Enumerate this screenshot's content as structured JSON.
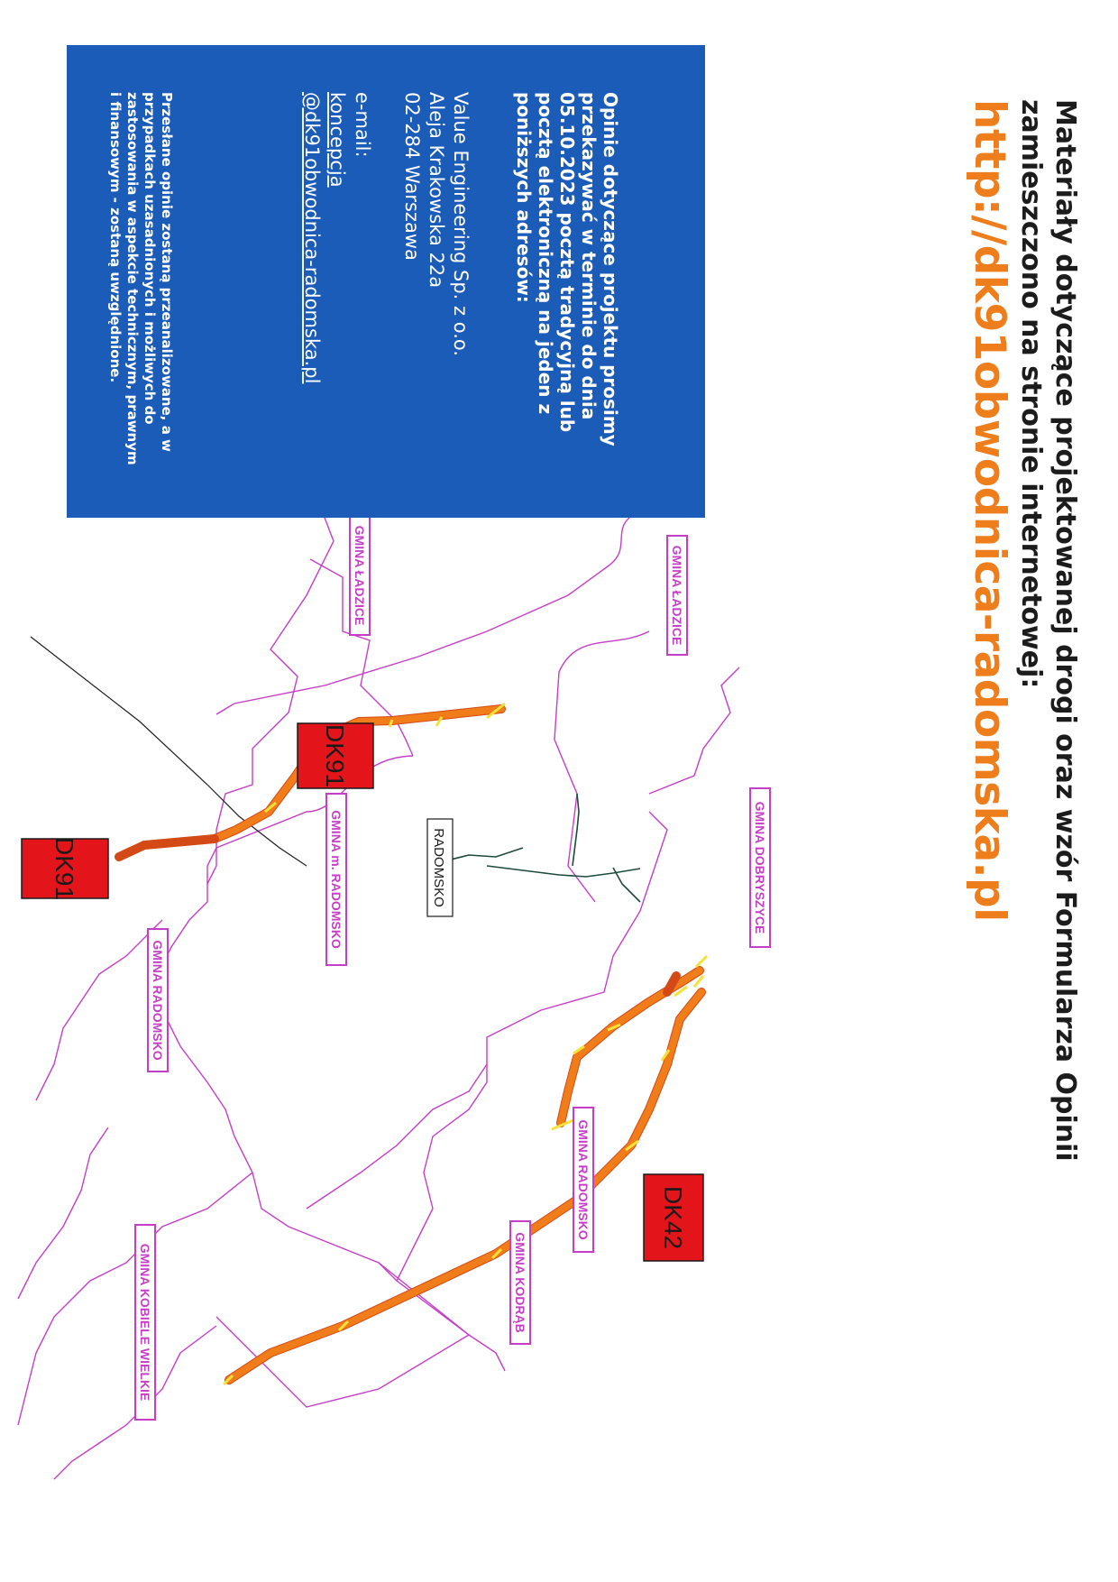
{
  "header": {
    "line1": "Materiały dotyczące projektowanej drogi oraz wzór Formularza Opinii",
    "line2": "zamieszczono na stronie internetowej:"
  },
  "website_url": "http://dk91obwodnica-radomska.pl",
  "info_box": {
    "lead": "Opinie dotyczące projektu prosimy przekazywać w terminie do dnia 05.10.2023 pocztą tradycyjną lub pocztą elektroniczną na jeden z poniższych adresów:",
    "address": [
      "Value Engineering Sp. z o.o.",
      "Aleja Krakowska 22a",
      "02-284 Warszawa"
    ],
    "email_label": "e-mail:",
    "email_lines": [
      "koncepcja",
      "@dk91obwodnica-radomska.pl"
    ],
    "note": "Przesłane opinie zostaną przeanalizowane, a w przypadkach uzasadnionych i możliwych do zastosowania w aspekcie technicznym, prawnym i finansowym - zostaną uwzględnione.",
    "background_color": "#1c5cb9"
  },
  "map": {
    "labels": {
      "ladzice_top": "GMINA ŁADZICE",
      "ladzice_left": "GMINA ŁADZICE",
      "dobryszyce": "GMINA DOBRYSZYCE",
      "m_radomsko": "GMINA m. RADOMSKO",
      "radomsko_a": "GMINA RADOMSKO",
      "radomsko_b": "GMINA RADOMSKO",
      "kodrab": "GMINA KODRĄB",
      "kobiele": "GMINA KOBIELE WIELKIE"
    },
    "city": "RADOMSKO",
    "road_shields": [
      "DK91",
      "DK91",
      "DK42"
    ],
    "colors": {
      "boundary": "#c53ec5",
      "road": "#f07c1a",
      "shield": "#e4141b",
      "tick": "#f2e23a"
    }
  }
}
